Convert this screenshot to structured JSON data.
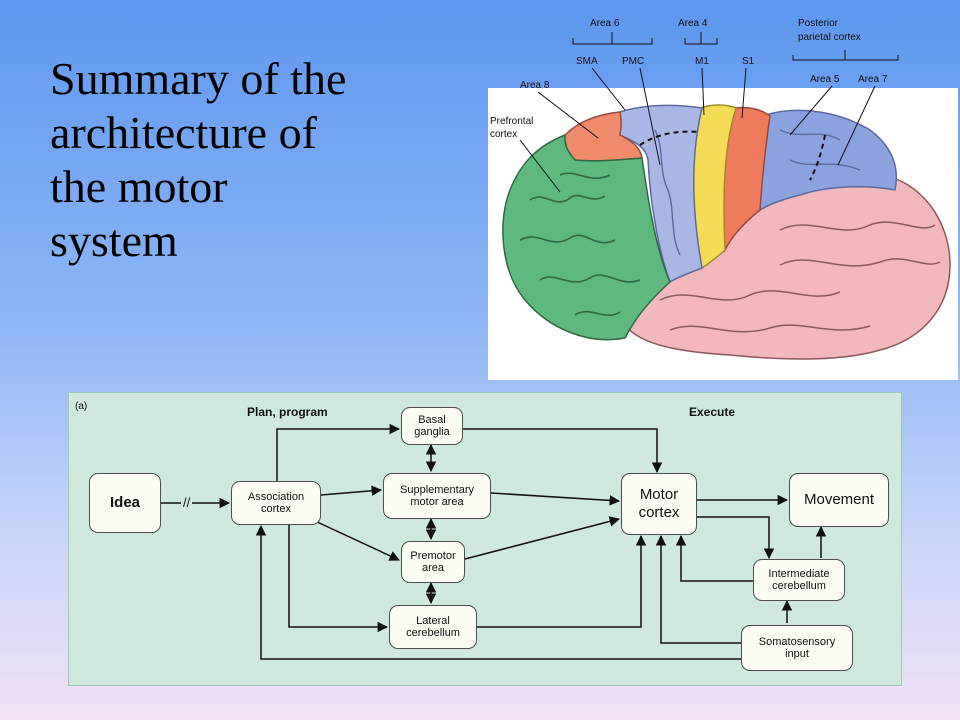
{
  "title": {
    "lines": [
      "Summary of the",
      "architecture of",
      "the motor",
      "system"
    ]
  },
  "brain": {
    "labels": {
      "area6": "Area 6",
      "area4": "Area 4",
      "posterior": "Posterior",
      "parietal": "parietal cortex",
      "sma": "SMA",
      "pmc": "PMC",
      "m1": "M1",
      "s1": "S1",
      "area5": "Area 5",
      "area7": "Area 7",
      "area8": "Area 8",
      "prefrontal": "Prefrontal",
      "cortex": "cortex"
    },
    "colors": {
      "prefrontal": "#5fb87e",
      "area8": "#ef8a6a",
      "area6": "#aab6e6",
      "m1": "#f4dd55",
      "s1": "#f07a5c",
      "parietal": "#8aa2de",
      "temporal": "#f2b8bd"
    }
  },
  "diagram": {
    "panel_label": "(a)",
    "plan_header": "Plan, program",
    "execute_header": "Execute",
    "boxes": {
      "idea": "Idea",
      "association": "Association\ncortex",
      "basal": "Basal\nganglia",
      "sma": "Supplementary\nmotor area",
      "premotor": "Premotor\narea",
      "lateral": "Lateral\ncerebellum",
      "motor": "Motor\ncortex",
      "movement": "Movement",
      "intermediate": "Intermediate\ncerebellum",
      "somatosensory": "Somatosensory\ninput"
    },
    "break_mark": "//"
  }
}
